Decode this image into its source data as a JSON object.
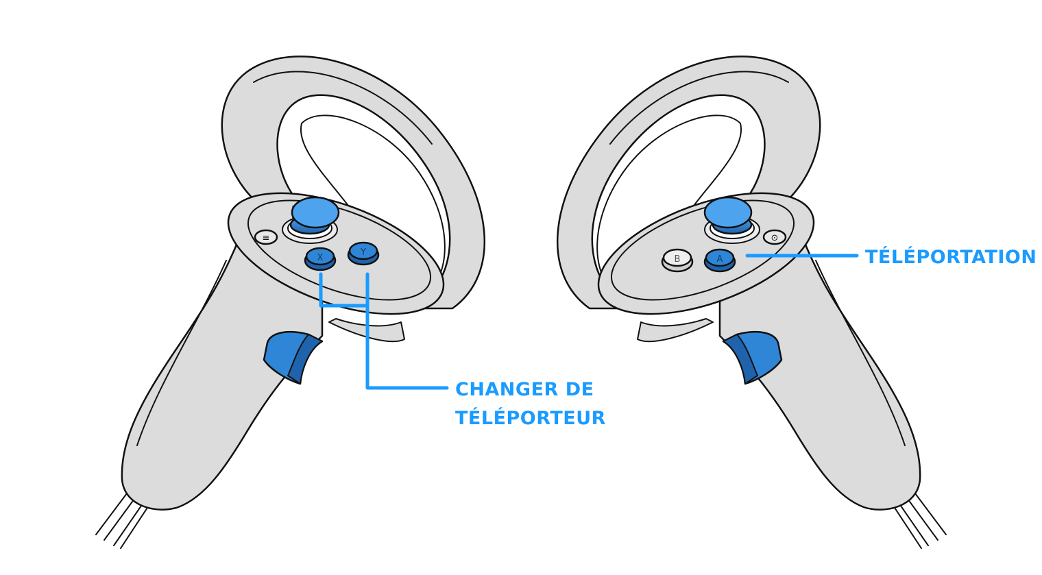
{
  "labels": {
    "switch_line1": "CHANGER DE",
    "switch_line2": "TÉLÉPORTEUR",
    "teleport": "TÉLÉPORTATION"
  },
  "buttons": {
    "left": {
      "x": "X",
      "y": "Y",
      "menu": "≡"
    },
    "right": {
      "a": "A",
      "b": "B",
      "home": "⊙"
    }
  },
  "colors": {
    "accent": "#1a9bff",
    "button_blue": "#2f86d6",
    "button_blue_dark": "#1f63ad",
    "controller_body": "#dcdcdc",
    "outline": "#111111"
  },
  "icons": [
    "menu-icon",
    "oculus-home-icon"
  ]
}
